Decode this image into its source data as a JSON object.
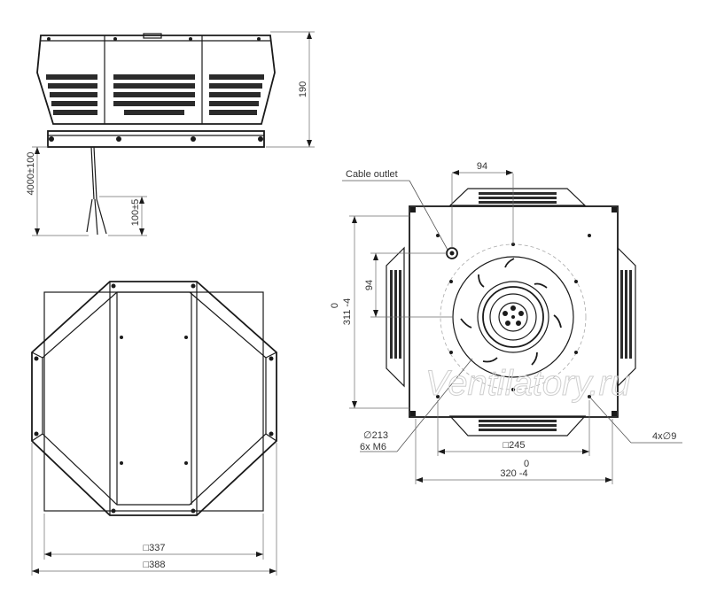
{
  "labels": {
    "height_190": "190",
    "cable_length": "4000±100",
    "strip_length": "100±5",
    "cable_outlet": "Cable outlet",
    "dim_94_top": "94",
    "dim_94_left": "94",
    "tol_left_upper": "0",
    "tol_left_lower": "311 -4",
    "dia_213": "∅213",
    "screws": "6x M6",
    "sq_245": "□245",
    "tol_bottom_upper": "0",
    "tol_bottom_lower": "320 -4",
    "holes": "4x∅9",
    "sq_337": "□337",
    "sq_388": "□388"
  },
  "watermark": "Ventilatory.ru",
  "colors": {
    "line": "#1a1a1a",
    "dimension": "#6b6b6b",
    "watermark": "#cfcfcf"
  }
}
